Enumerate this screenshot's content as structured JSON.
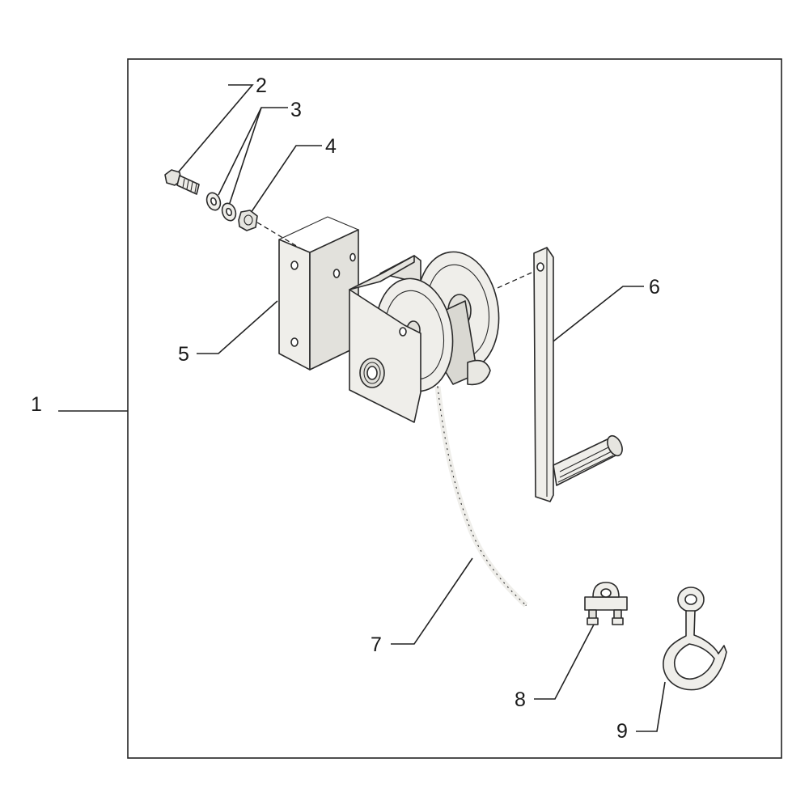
{
  "diagram": {
    "callouts": [
      {
        "id": "1",
        "label": "1"
      },
      {
        "id": "2",
        "label": "2"
      },
      {
        "id": "3",
        "label": "3"
      },
      {
        "id": "4",
        "label": "4"
      },
      {
        "id": "5",
        "label": "5"
      },
      {
        "id": "6",
        "label": "6"
      },
      {
        "id": "7",
        "label": "7"
      },
      {
        "id": "8",
        "label": "8"
      },
      {
        "id": "9",
        "label": "9"
      }
    ],
    "colors": {
      "part_fill": "#efeeea",
      "part_shade": "#d4d3cd",
      "outline": "#2a2a2a",
      "background": "#ffffff"
    }
  }
}
